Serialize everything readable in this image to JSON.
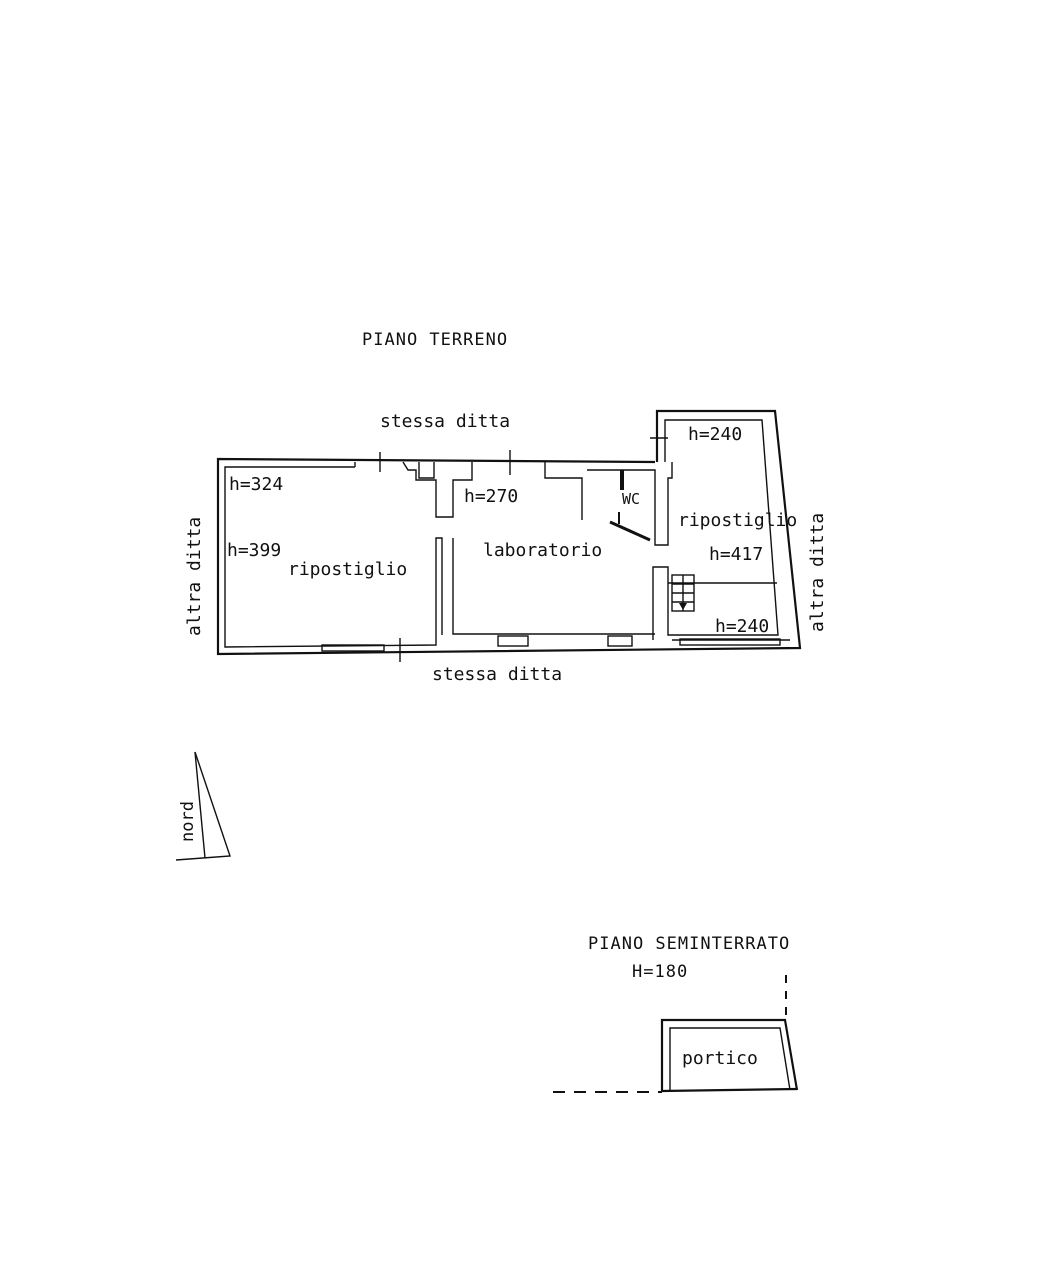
{
  "plan": {
    "ground_floor": {
      "title": "PIANO TERRENO",
      "neighbors": {
        "top": "stessa ditta",
        "bottom": "stessa ditta",
        "left": "altra ditta",
        "right": "altra ditta"
      },
      "rooms": [
        {
          "name": "ripostiglio",
          "heights": [
            "h=324",
            "h=399"
          ]
        },
        {
          "name": "laboratorio",
          "heights": [
            "h=270"
          ]
        },
        {
          "name": "WC"
        },
        {
          "name": "ripostiglio",
          "heights": [
            "h=240",
            "h=417",
            "h=240"
          ]
        }
      ]
    },
    "north_label": "nord",
    "basement": {
      "title": "PIANO SEMINTERRATO",
      "height": "H=180",
      "room": "portico"
    }
  }
}
